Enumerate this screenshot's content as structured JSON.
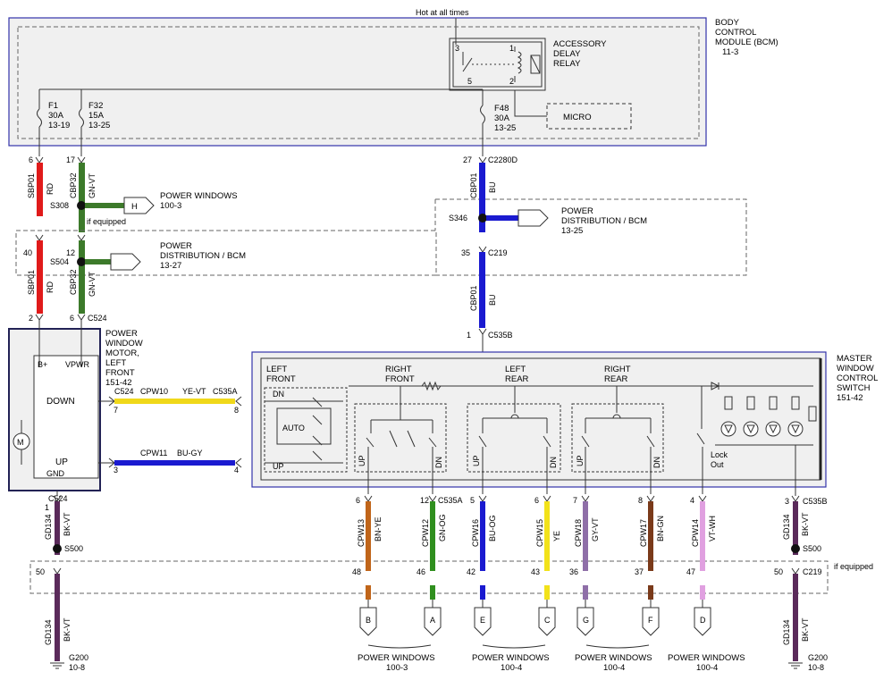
{
  "header": {
    "hot_label": "Hot at all times"
  },
  "bcm": {
    "label": [
      "BODY",
      "CONTROL",
      "MODULE (BCM)",
      "11-3"
    ],
    "relay_label": [
      "ACCESSORY",
      "DELAY",
      "RELAY"
    ],
    "relay_pins": [
      "3",
      "1",
      "5",
      "2"
    ],
    "micro_label": "MICRO",
    "fuses": [
      {
        "name": "F1",
        "rating": "30A",
        "ref": "13-19"
      },
      {
        "name": "F32",
        "rating": "15A",
        "ref": "13-25"
      },
      {
        "name": "F48",
        "rating": "30A",
        "ref": "13-25"
      }
    ]
  },
  "wires": {
    "sbp01": {
      "circuit": "SBP01",
      "color": "RD"
    },
    "cbp32": {
      "circuit": "CBP32",
      "color": "GN-VT"
    },
    "cbp01": {
      "circuit": "CBP01",
      "color": "BU"
    },
    "gd134": {
      "circuit": "GD134",
      "color": "BK-VT"
    },
    "cpw10": {
      "circuit": "CPW10",
      "color": "YE-VT"
    },
    "cpw11": {
      "circuit": "CPW11",
      "color": "BU-GY"
    }
  },
  "pins": {
    "p6": "6",
    "p17": "17",
    "p27": "27",
    "p40": "40",
    "p12": "12",
    "p35": "35",
    "p2": "2",
    "p6b": "6",
    "p1": "1",
    "p7": "7",
    "p8": "8",
    "p3": "3",
    "p4": "4",
    "p1g": "1",
    "p50": "50",
    "p50b": "50",
    "p3r": "3"
  },
  "connectors": {
    "c2280d": "C2280D",
    "c219": "C219",
    "c524": "C524",
    "c535b": "C535B",
    "c535a": "C535A",
    "c524b": "C524",
    "c535a_b": "C535A",
    "c524g": "C524",
    "c535b_r": "C535B",
    "c219_r": "C219"
  },
  "splices": {
    "s308": "S308",
    "s504": "S504",
    "s346": "S346",
    "s500l": "S500",
    "s500r": "S500"
  },
  "refs": {
    "pw1": [
      "POWER WINDOWS",
      "100-3"
    ],
    "pd1": [
      "POWER",
      "DISTRIBUTION / BCM",
      "13-27"
    ],
    "pd2": [
      "POWER",
      "DISTRIBUTION / BCM",
      "13-25"
    ],
    "if_equipped": "if equipped",
    "if_equipped2": "if equipped",
    "h_letter": "H"
  },
  "motor": {
    "label": [
      "POWER",
      "WINDOW",
      "MOTOR,",
      "LEFT",
      "FRONT",
      "151-42"
    ],
    "b_plus": "B+",
    "vpwr": "VPWR",
    "down": "DOWN",
    "up": "UP",
    "gnd": "GND",
    "m": "M"
  },
  "master_switch": {
    "label": [
      "MASTER",
      "WINDOW",
      "CONTROL",
      "SWITCH",
      "151-42"
    ],
    "left_front": [
      "LEFT",
      "FRONT"
    ],
    "right_front": [
      "RIGHT",
      "FRONT"
    ],
    "left_rear": [
      "LEFT",
      "REAR"
    ],
    "right_rear": [
      "RIGHT",
      "REAR"
    ],
    "dn": "DN",
    "up": "UP",
    "auto": "AUTO",
    "lock_out": [
      "Lock",
      "Out"
    ],
    "dn_small": "DN",
    "up_small": "UP"
  },
  "lower_wires": [
    {
      "pin_top": "6",
      "circuit": "CPW13",
      "color": "BN-YE",
      "pin_bot": "48",
      "letter": "B",
      "hex": "#c0651a"
    },
    {
      "pin_top": "12",
      "circuit": "CPW12",
      "color": "GN-OG",
      "pin_bot": "46",
      "letter": "A",
      "hex": "#2f8f1e"
    },
    {
      "pin_top": "5",
      "circuit": "CPW16",
      "color": "BU-OG",
      "pin_bot": "42",
      "letter": "E",
      "hex": "#1a1ad0"
    },
    {
      "pin_top": "6",
      "circuit": "CPW15",
      "color": "YE",
      "pin_bot": "43",
      "letter": "C",
      "hex": "#f2e21a"
    },
    {
      "pin_top": "7",
      "circuit": "CPW18",
      "color": "GY-VT",
      "pin_bot": "36",
      "letter": "G",
      "hex": "#8f6fa8"
    },
    {
      "pin_top": "8",
      "circuit": "CPW17",
      "color": "BN-GN",
      "pin_bot": "37",
      "letter": "F",
      "hex": "#7a3a1a"
    },
    {
      "pin_top": "4",
      "circuit": "CPW14",
      "color": "VT-WH",
      "pin_bot": "47",
      "letter": "D",
      "hex": "#e0a0e0"
    }
  ],
  "bottom_refs": [
    {
      "title": "POWER WINDOWS",
      "ref": "100-3"
    },
    {
      "title": "POWER WINDOWS",
      "ref": "100-4"
    },
    {
      "title": "POWER WINDOWS",
      "ref": "100-4"
    },
    {
      "title": "POWER WINDOWS",
      "ref": "100-4"
    }
  ],
  "grounds": {
    "left": [
      "G200",
      "10-8"
    ],
    "right": [
      "G200",
      "10-8"
    ]
  },
  "colors": {
    "red": "#e01a1a",
    "green_vt": "#3c7a2a",
    "blue": "#1a1ad0",
    "yellow": "#f0d81a",
    "bk_vt": "#5a2a5a",
    "frame": "#3333aa"
  }
}
